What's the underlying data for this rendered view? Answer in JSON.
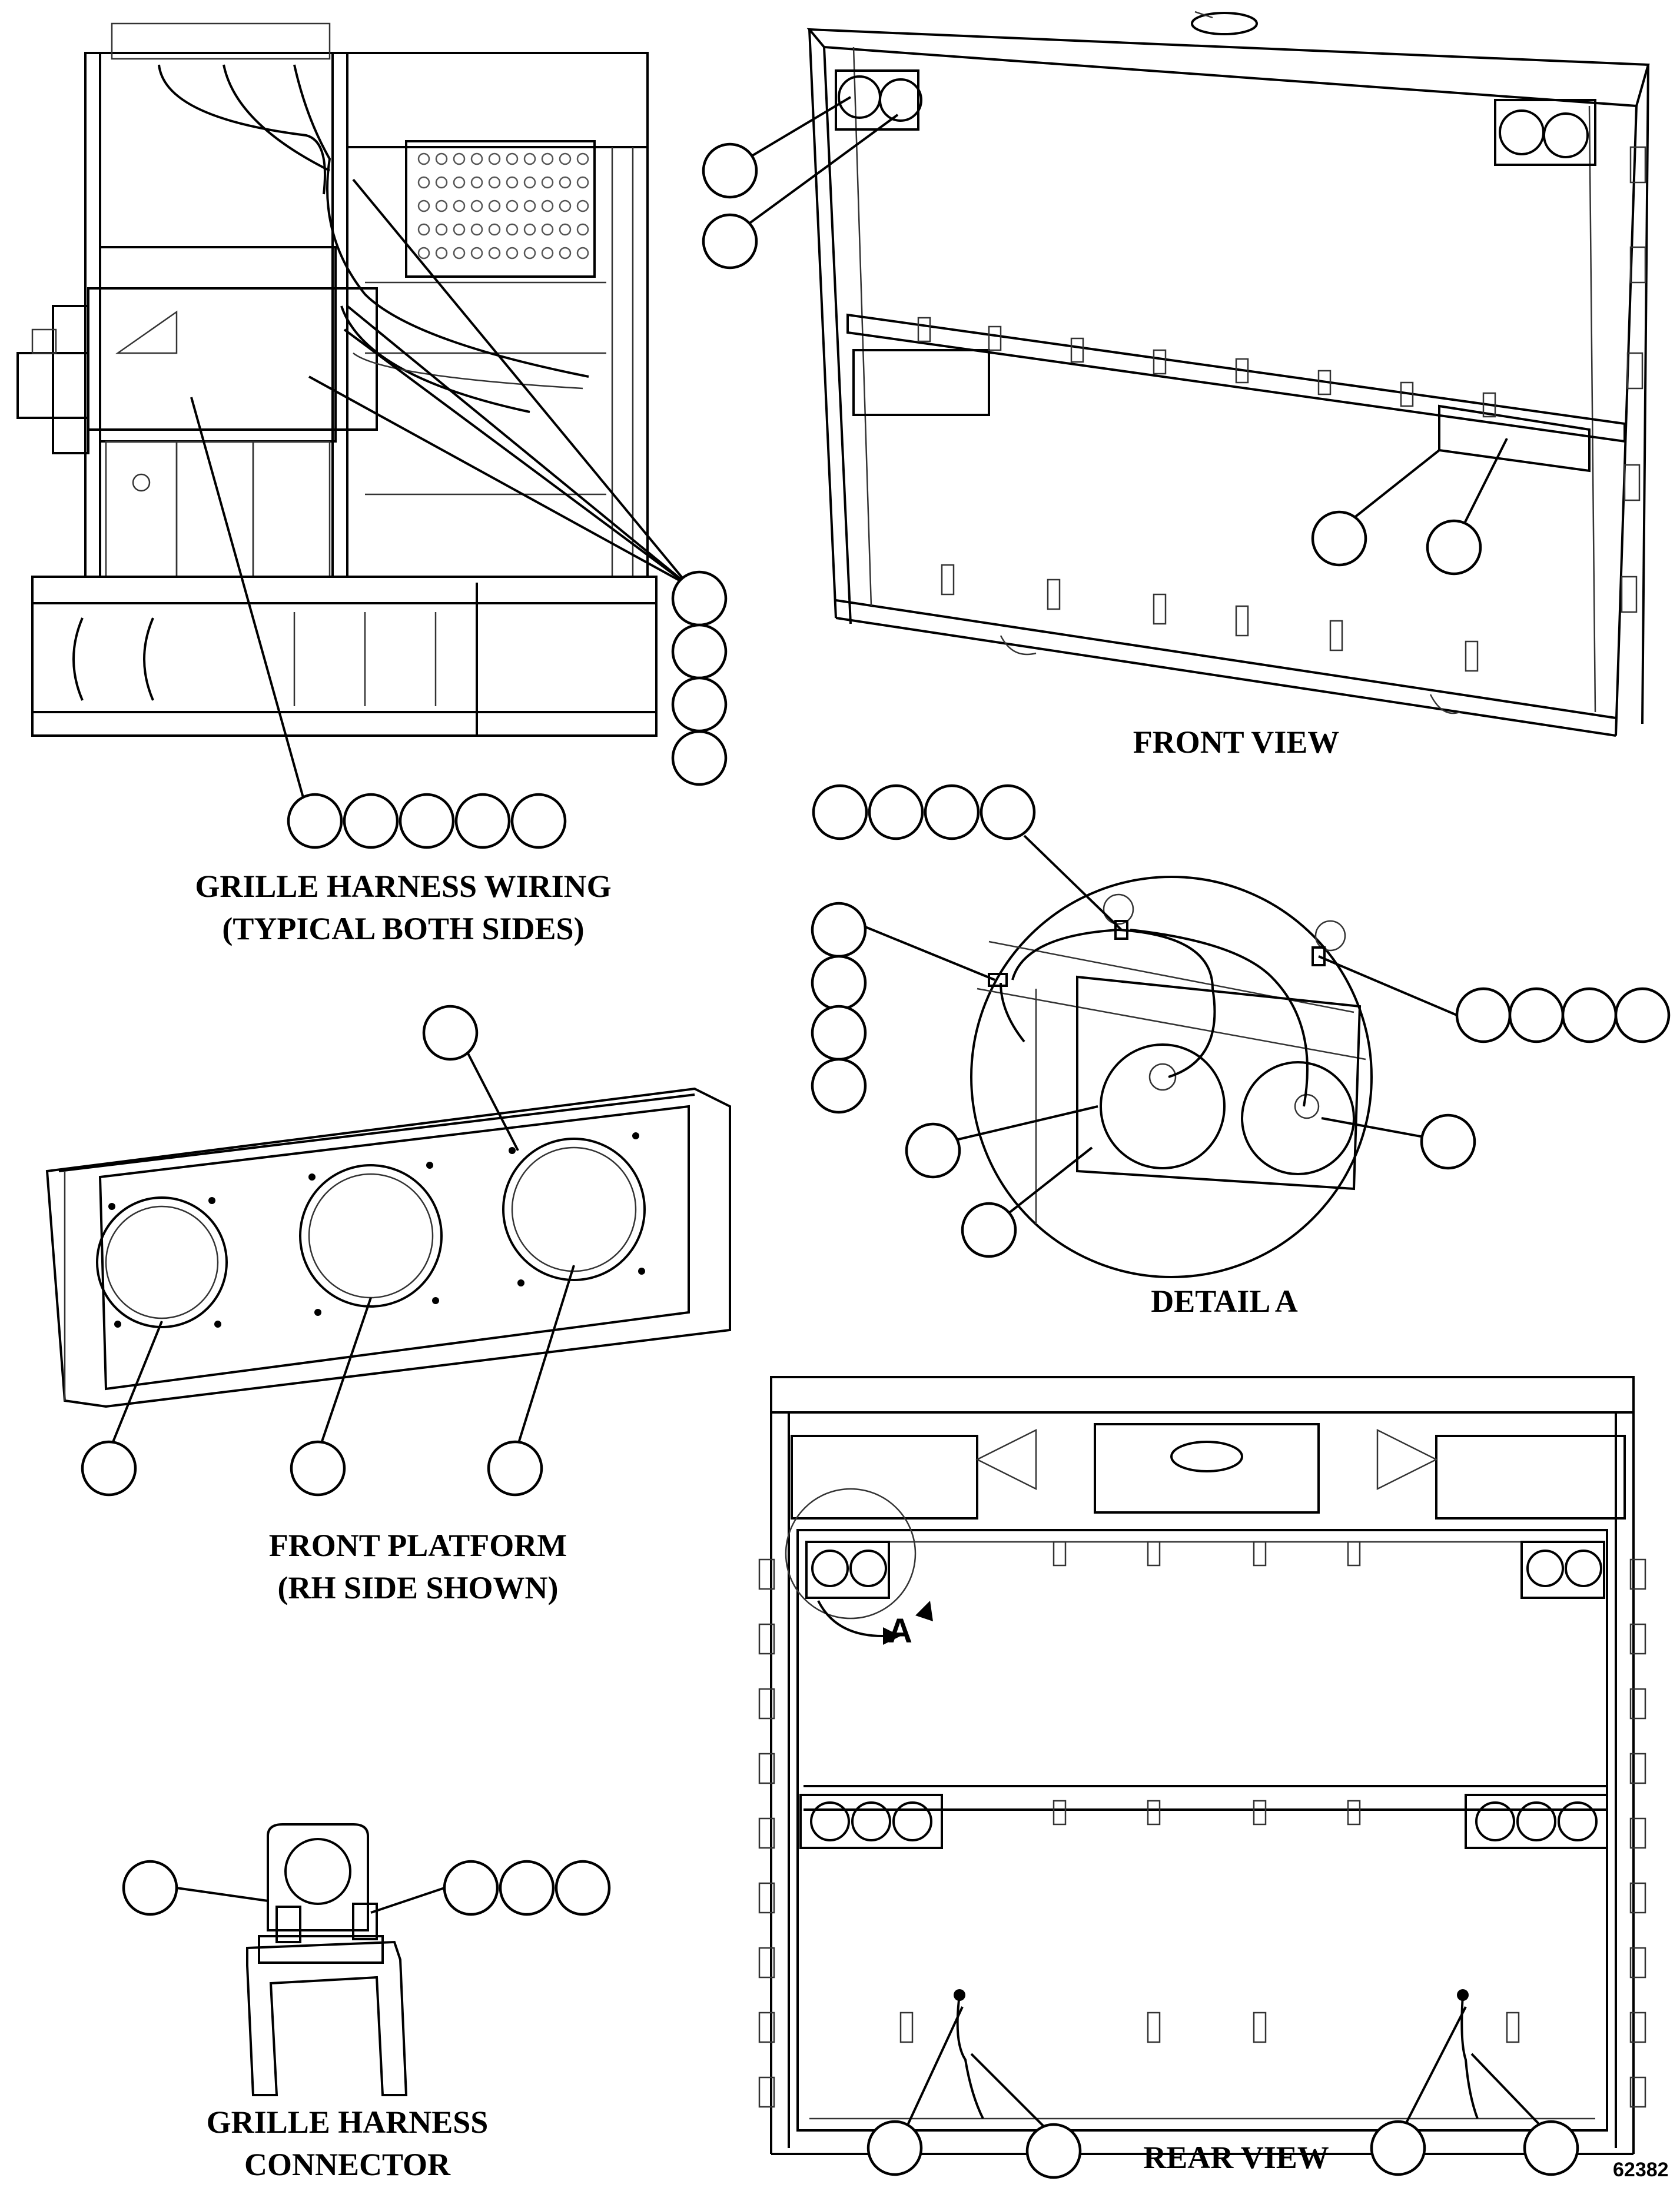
{
  "figure_number": "62382",
  "views": {
    "grille_harness_wiring": {
      "caption_line1": "GRILLE HARNESS WIRING",
      "caption_line2": "(TYPICAL BOTH SIDES)"
    },
    "front_view": {
      "caption": "FRONT VIEW"
    },
    "detail_a": {
      "caption": "DETAIL A"
    },
    "front_platform": {
      "caption_line1": "FRONT PLATFORM",
      "caption_line2": "(RH SIDE SHOWN)"
    },
    "grille_harness_connector": {
      "caption_line1": "GRILLE HARNESS",
      "caption_line2": "CONNECTOR"
    },
    "rear_view": {
      "caption": "REAR VIEW",
      "detail_callout": "A"
    }
  }
}
